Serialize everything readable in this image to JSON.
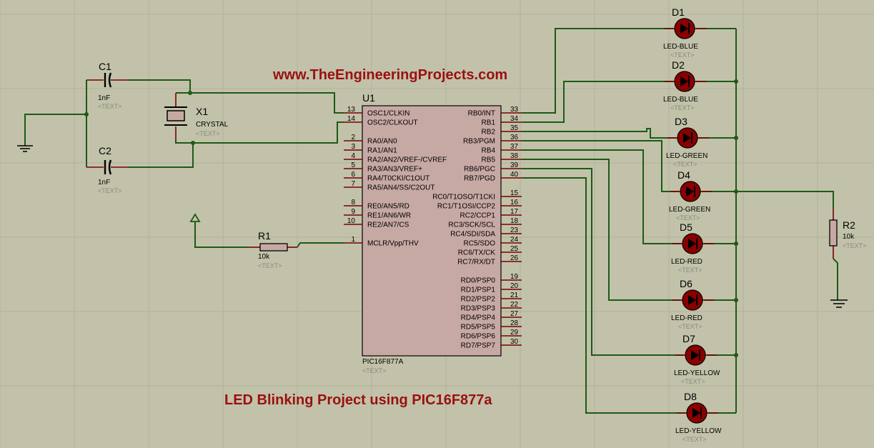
{
  "banner": {
    "website": "www.TheEngineeringProjects.com",
    "project_title": "LED Blinking Project using PIC16F877a",
    "color": "#9a1010"
  },
  "mcu": {
    "ref": "U1",
    "part": "PIC16F877A",
    "text_tag": "<TEXT>",
    "left_pins": [
      {
        "num": "13",
        "name": "OSC1/CLKIN"
      },
      {
        "num": "14",
        "name": "OSC2/CLKOUT"
      },
      {
        "num": "2",
        "name": "RA0/AN0"
      },
      {
        "num": "3",
        "name": "RA1/AN1"
      },
      {
        "num": "4",
        "name": "RA2/AN2/VREF-/CVREF"
      },
      {
        "num": "5",
        "name": "RA3/AN3/VREF+"
      },
      {
        "num": "6",
        "name": "RA4/T0CKI/C1OUT"
      },
      {
        "num": "7",
        "name": "RA5/AN4/SS/C2OUT"
      },
      {
        "num": "8",
        "name": "RE0/AN5/RD"
      },
      {
        "num": "9",
        "name": "RE1/AN6/WR"
      },
      {
        "num": "10",
        "name": "RE2/AN7/CS"
      },
      {
        "num": "1",
        "name": "MCLR/Vpp/THV"
      }
    ],
    "right_pins": [
      {
        "num": "33",
        "name": "RB0/INT"
      },
      {
        "num": "34",
        "name": "RB1"
      },
      {
        "num": "35",
        "name": "RB2"
      },
      {
        "num": "36",
        "name": "RB3/PGM"
      },
      {
        "num": "37",
        "name": "RB4"
      },
      {
        "num": "38",
        "name": "RB5"
      },
      {
        "num": "39",
        "name": "RB6/PGC"
      },
      {
        "num": "40",
        "name": "RB7/PGD"
      },
      {
        "num": "15",
        "name": "RC0/T1OSO/T1CKI"
      },
      {
        "num": "16",
        "name": "RC1/T1OSI/CCP2"
      },
      {
        "num": "17",
        "name": "RC2/CCP1"
      },
      {
        "num": "18",
        "name": "RC3/SCK/SCL"
      },
      {
        "num": "23",
        "name": "RC4/SDI/SDA"
      },
      {
        "num": "24",
        "name": "RC5/SDO"
      },
      {
        "num": "25",
        "name": "RC6/TX/CK"
      },
      {
        "num": "26",
        "name": "RC7/RX/DT"
      },
      {
        "num": "19",
        "name": "RD0/PSP0"
      },
      {
        "num": "20",
        "name": "RD1/PSP1"
      },
      {
        "num": "21",
        "name": "RD2/PSP2"
      },
      {
        "num": "22",
        "name": "RD3/PSP3"
      },
      {
        "num": "27",
        "name": "RD4/PSP4"
      },
      {
        "num": "28",
        "name": "RD5/PSP5"
      },
      {
        "num": "29",
        "name": "RD6/PSP6"
      },
      {
        "num": "30",
        "name": "RD7/PSP7"
      }
    ]
  },
  "capacitors": [
    {
      "ref": "C1",
      "value": "1nF",
      "text_tag": "<TEXT>"
    },
    {
      "ref": "C2",
      "value": "1nF",
      "text_tag": "<TEXT>"
    }
  ],
  "crystal": {
    "ref": "X1",
    "value": "CRYSTAL",
    "text_tag": "<TEXT>"
  },
  "resistors": [
    {
      "ref": "R1",
      "value": "10k",
      "text_tag": "<TEXT>"
    },
    {
      "ref": "R2",
      "value": "10k",
      "text_tag": "<TEXT>"
    }
  ],
  "leds": [
    {
      "ref": "D1",
      "value": "LED-BLUE",
      "text_tag": "<TEXT>"
    },
    {
      "ref": "D2",
      "value": "LED-BLUE",
      "text_tag": "<TEXT>"
    },
    {
      "ref": "D3",
      "value": "LED-GREEN",
      "text_tag": "<TEXT>"
    },
    {
      "ref": "D4",
      "value": "LED-GREEN",
      "text_tag": "<TEXT>"
    },
    {
      "ref": "D5",
      "value": "LED-RED",
      "text_tag": "<TEXT>"
    },
    {
      "ref": "D6",
      "value": "LED-RED",
      "text_tag": "<TEXT>"
    },
    {
      "ref": "D7",
      "value": "LED-YELLOW",
      "text_tag": "<TEXT>"
    },
    {
      "ref": "D8",
      "value": "LED-YELLOW",
      "text_tag": "<TEXT>"
    }
  ],
  "colors": {
    "background": "#c2c2aa",
    "wire": "#1d5a16",
    "component_body": "#c7a9a4",
    "led_fill": "#8a0000"
  }
}
